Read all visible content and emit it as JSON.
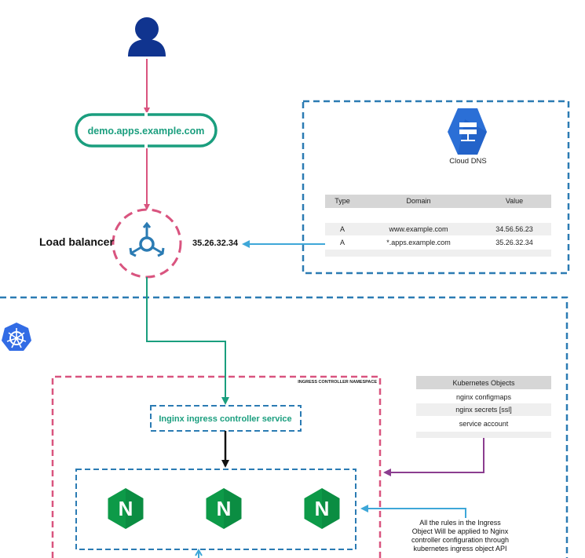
{
  "user": {
    "icon": "user-icon"
  },
  "host": {
    "label": "demo.apps.example.com"
  },
  "load_balancer": {
    "label": "Load balancer",
    "ip": "35.26.32.34",
    "icon": "load-balancer-icon"
  },
  "cloud_dns": {
    "label": "Cloud DNS",
    "icon": "cloud-dns-icon",
    "table": {
      "headers": [
        "Type",
        "Domain",
        "Value"
      ],
      "rows": [
        [
          "A",
          "www.example.com",
          "34.56.56.23"
        ],
        [
          "A",
          "*.apps.example.com",
          "35.26.32.34"
        ]
      ]
    }
  },
  "kubernetes": {
    "icon": "kubernetes-icon"
  },
  "namespace": {
    "label": "INGRESS CONTROLLER NAMESPACE"
  },
  "ingress_service": {
    "label": "Inginx ingress controller service"
  },
  "nginx_pods": [
    {
      "icon": "nginx-icon",
      "letter": "N"
    },
    {
      "icon": "nginx-icon",
      "letter": "N"
    },
    {
      "icon": "nginx-icon",
      "letter": "N"
    }
  ],
  "k8s_objects": {
    "title": "Kubernetes Objects",
    "items": [
      "nginx configmaps",
      "nginx secrets [ssl]",
      "service account"
    ]
  },
  "rules_note": {
    "lines": [
      "All the rules in the Ingress",
      "Object Will be applied to Nginx",
      "controller configuration through",
      "kubernetes ingress object API"
    ]
  },
  "colors": {
    "pink": "#d9547f",
    "teal": "#1a9e7e",
    "blue": "#2b7bb3",
    "light_blue": "#3ea7d8",
    "purple": "#8b3d8f",
    "navy": "#10348f",
    "nginx_green": "#0d9a48",
    "k8s_blue": "#326ce5",
    "dns_blue": "#2b6fd6"
  }
}
